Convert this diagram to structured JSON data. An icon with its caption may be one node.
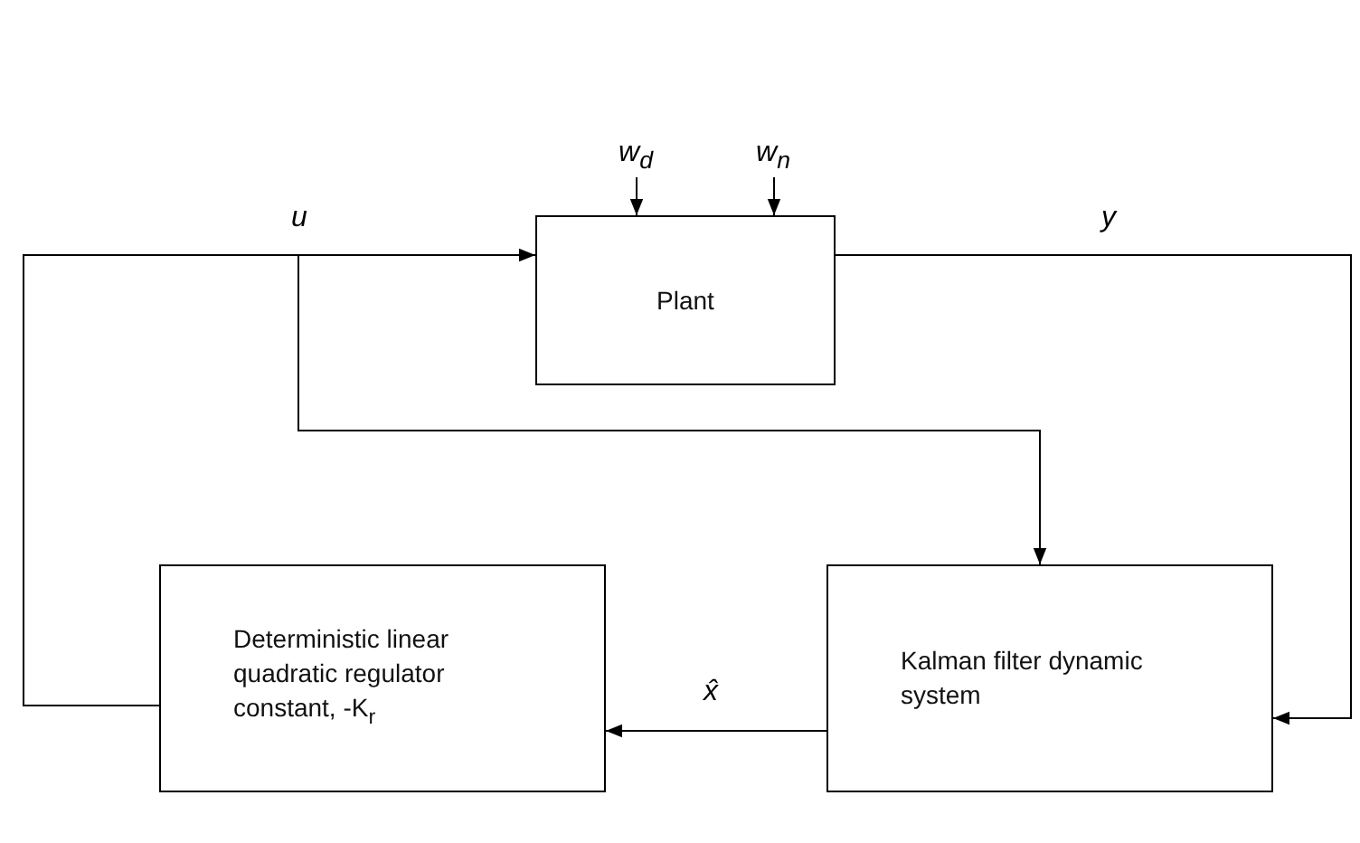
{
  "diagram": {
    "nodes": [
      {
        "text": [
          "Plant"
        ]
      },
      {
        "text": [
          "Deterministic linear quadratic regulator constant, -K$_{r}$"
        ]
      },
      {
        "text": [
          "Kalman filter dynamic system"
        ]
      },
      {
        "text": [
          "w$_{d}$"
        ]
      },
      {
        "text": [
          "w$_{n}$"
        ]
      }
    ],
    "edges": [
      {
        "from": 3,
        "to": 0,
        "arrow": "to"
      },
      {
        "from": 4,
        "to": 0,
        "arrow": "to"
      },
      {
        "from": 1,
        "to": 0,
        "arrow": "to",
        "label": "u"
      },
      {
        "from": 1,
        "to": 2,
        "arrow": "to"
      },
      {
        "from": 0,
        "to": 2,
        "arrow": "to",
        "label": "y"
      },
      {
        "from": 2,
        "to": 1,
        "arrow": "to",
        "label": "x̂"
      }
    ]
  }
}
